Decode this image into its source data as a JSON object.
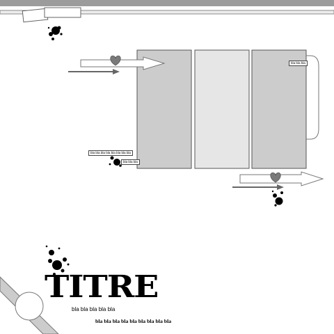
{
  "title": "TITRE",
  "subtitle": "bla bla bla bla bla",
  "caption": "bla bla bla bla bla bla bla bla bla",
  "labels": {
    "top_right": "bla bla bla",
    "left_long": "bla bla bla bla bla bla bla bla",
    "left_short": "bla bla bla"
  },
  "colors": {
    "band": "#9c9c9c",
    "photo_dark": "#cccccc",
    "photo_light": "#e6e6e6",
    "stroke": "#555555",
    "ink": "#000000"
  },
  "icons": [
    "heart-icon",
    "arrow-icon",
    "ink-splatter-icon"
  ]
}
